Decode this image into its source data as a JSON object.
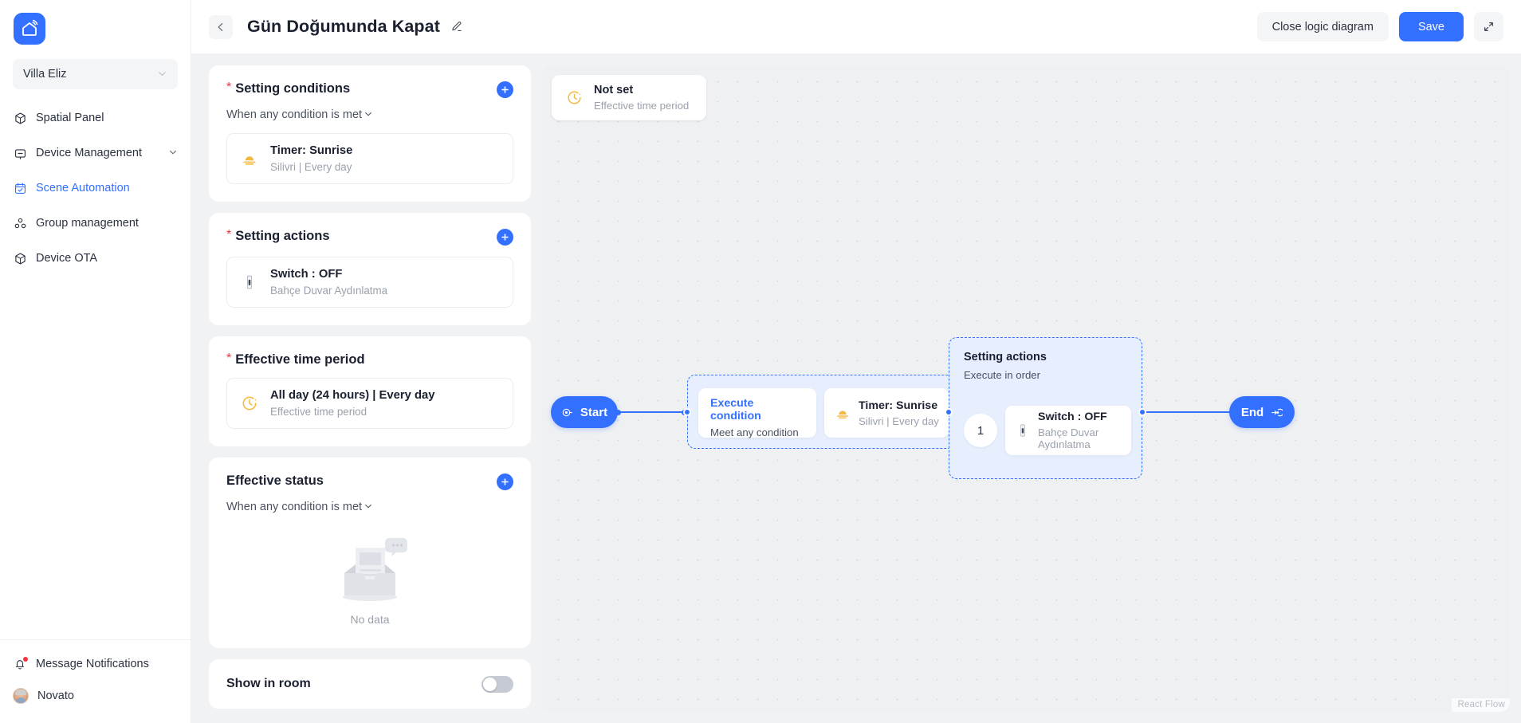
{
  "sidebar": {
    "logo_icon": "home-wifi-logo-icon",
    "org": {
      "name": "Villa Eliz",
      "chevron_icon": "chevron-down-icon"
    },
    "items": [
      {
        "label": "Spatial Panel",
        "icon": "cube-icon",
        "active": false,
        "caret": ""
      },
      {
        "label": "Device Management",
        "icon": "device-icon",
        "active": false,
        "caret": "⌄"
      },
      {
        "label": "Scene Automation",
        "icon": "calendar-check-icon",
        "active": true,
        "caret": ""
      },
      {
        "label": "Group management",
        "icon": "group-icon",
        "active": false,
        "caret": ""
      },
      {
        "label": "Device OTA",
        "icon": "box-icon",
        "active": false,
        "caret": ""
      }
    ],
    "bottom": [
      {
        "label": "Message Notifications",
        "icon": "bell-icon"
      },
      {
        "label": "Novato",
        "icon": "avatar"
      }
    ]
  },
  "topbar": {
    "back_icon": "arrow-left-icon",
    "title": "Gün Doğumunda Kapat",
    "edit_icon": "pencil-icon",
    "close_logic_label": "Close logic diagram",
    "save_label": "Save",
    "expand_icon": "expand-icon"
  },
  "config": {
    "conditions": {
      "title": "Setting conditions",
      "required": "*",
      "add_icon": "plus-icon",
      "mode": "When any condition is met",
      "mode_chevron": "⌄",
      "items": [
        {
          "icon": "sunrise-icon",
          "title": "Timer: Sunrise",
          "sub": "Silivri | Every day"
        }
      ]
    },
    "actions": {
      "title": "Setting actions",
      "required": "*",
      "add_icon": "plus-icon",
      "items": [
        {
          "icon": "switch-icon",
          "title": "Switch : OFF",
          "sub": "Bahçe Duvar Aydınlatma"
        }
      ]
    },
    "effective_time": {
      "title": "Effective time period",
      "required": "*",
      "items": [
        {
          "icon": "clock-icon",
          "title": "All day (24 hours) | Every day",
          "sub": "Effective time period"
        }
      ]
    },
    "effective_status": {
      "title": "Effective status",
      "add_icon": "plus-icon",
      "mode": "When any condition is met",
      "mode_chevron": "⌄",
      "empty_text": "No data",
      "empty_icon": "empty-inbox-icon"
    },
    "show_in_room": {
      "label": "Show in room",
      "toggle_state": "off"
    }
  },
  "diagram": {
    "floating_chip": {
      "icon": "clock-icon",
      "title": "Not set",
      "sub": "Effective time period"
    },
    "start_node": {
      "label": "Start",
      "icon": "play-circle-icon"
    },
    "end_node": {
      "label": "End",
      "icon": "arrow-into-circle-icon"
    },
    "condition_group": {
      "card_title": "Execute condition",
      "card_sub": "Meet any condition",
      "item": {
        "icon": "sunrise-icon",
        "title": "Timer: Sunrise",
        "sub": "Silivri | Every day"
      }
    },
    "action_group": {
      "title": "Setting actions",
      "sub": "Execute in order",
      "items": [
        {
          "order": "1",
          "icon": "switch-icon",
          "title": "Switch : OFF",
          "sub": "Bahçe Duvar Aydınlatma"
        }
      ]
    },
    "attribution": "React Flow"
  },
  "colors": {
    "accent": "#3370ff",
    "required_star": "#f5333f",
    "canvas_bg": "#eef0f2",
    "group_fill": "#e7effe",
    "warm_icon": "#f5b942"
  }
}
